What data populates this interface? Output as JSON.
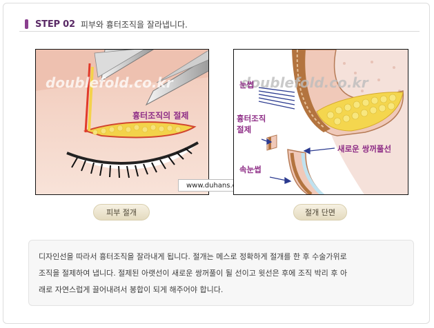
{
  "header": {
    "step": "STEP 02",
    "subtitle": "피부와 흉터조직을 잘라냅니다."
  },
  "left_panel": {
    "watermark": "doublefold.co.kr",
    "annotation": "흉터조직의 절제",
    "url": "www.duhans.com"
  },
  "right_panel": {
    "watermark": "doublefold.co.kr",
    "label_eyebrow": "눈썹",
    "label_scar_line1": "흉터조직",
    "label_scar_line2": "절제",
    "label_new_line": "새로운 쌍꺼풀선",
    "label_lashes": "속눈썹"
  },
  "captions": {
    "left": "피부 절개",
    "right": "절개 단면"
  },
  "description": {
    "line1": "디자인선을 따라서 흉터조직을 잘라내게 됩니다. 절개는 메스로 정확하게 절개를 한 후 수술가위로",
    "line2": "조직을 절제하여 냅니다. 절제된 아랫선이 새로운 쌍꺼풀이 될 선이고 윗선은 후에 조직 박리 후 아",
    "line3": "래로 자연스럽게 끌어내려서 봉합이 되게 해주어야 합니다."
  },
  "colors": {
    "accent": "#8a3f8e",
    "label_purple": "#8e2d86",
    "skin": "#f6d8cc",
    "fat_yellow": "#f3d34a"
  }
}
